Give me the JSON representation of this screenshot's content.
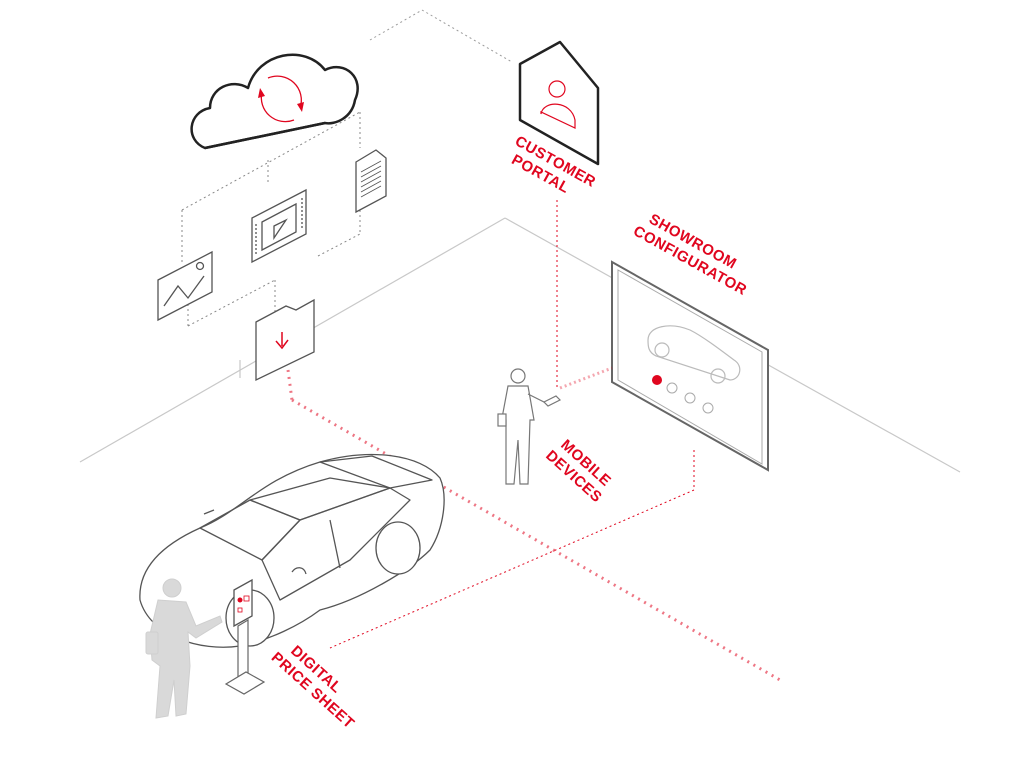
{
  "colors": {
    "accent": "#e0061f",
    "line": "#5a5a5a",
    "floor_line": "#bdbdbd",
    "figure": "#d9d9d9"
  },
  "icons": [
    "cloud-sync-icon",
    "document-icon",
    "video-icon",
    "image-icon",
    "download-folder-icon",
    "customer-portal-house-icon"
  ],
  "labels": {
    "customer_portal": [
      "CUSTOMER",
      "PORTAL"
    ],
    "showroom_configurator": [
      "SHOWROOM",
      "CONFIGURATOR"
    ],
    "mobile_devices": [
      "MOBILE",
      "DEVICES"
    ],
    "digital_price_sheet": [
      "DIGITAL",
      "PRICE SHEET"
    ]
  }
}
